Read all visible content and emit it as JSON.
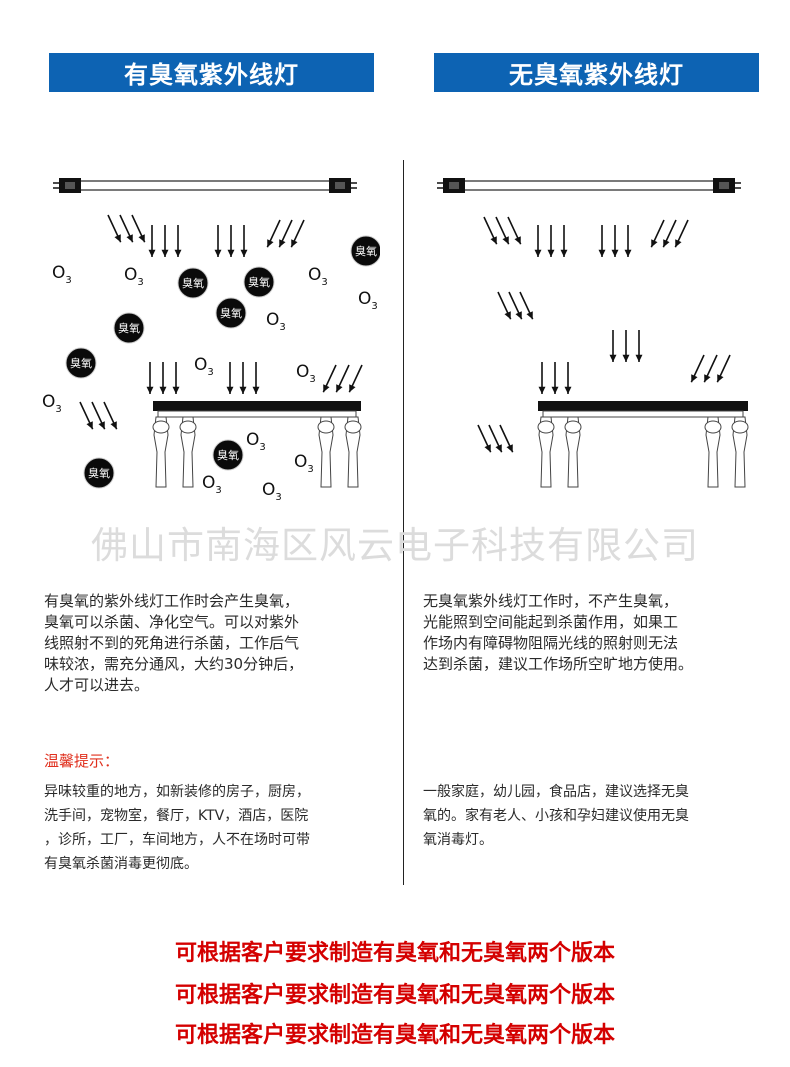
{
  "headers": {
    "left": "有臭氧紫外线灯",
    "right": "无臭氧紫外线灯"
  },
  "scene": {
    "ozone_symbol": "O",
    "ozone_subscript": "3",
    "ozone_ball_label": "臭氧",
    "icons": [
      "uv-lamp-tube-icon",
      "uv-ray-arrow-icon",
      "ozone-molecule-icon",
      "ozone-ball-icon",
      "table-icon"
    ]
  },
  "watermark": "佛山市南海区风云电子科技有限公司",
  "left": {
    "description": "有臭氧的紫外线灯工作时会产生臭氧，\n臭氧可以杀菌、净化空气。可以对紫外\n线照射不到的死角进行杀菌，工作后气\n味较浓，需充分通风，大约30分钟后，\n人才可以进去。",
    "tip_label": "温馨提示：",
    "tip": "异味较重的地方，如新装修的房子，厨房，\n洗手间，宠物室，餐厅，KTV，酒店，医院\n，诊所，工厂，车间地方，人不在场时可带\n有臭氧杀菌消毒更彻底。"
  },
  "right": {
    "description": "无臭氧紫外线灯工作时，不产生臭氧，\n光能照到空间能起到杀菌作用，如果工\n作场内有障碍物阻隔光线的照射则无法\n达到杀菌，建议工作场所空旷地方使用。",
    "tip": "一般家庭，幼儿园，食品店，建议选择无臭\n氧的。家有老人、小孩和孕妇建议使用无臭\n氧消毒灯。"
  },
  "promo": [
    "可根据客户要求制造有臭氧和无臭氧两个版本",
    "可根据客户要求制造有臭氧和无臭氧两个版本",
    "可根据客户要求制造有臭氧和无臭氧两个版本"
  ],
  "colors": {
    "header_bg": "#0d63b3",
    "promo_text": "#d40000",
    "tip_label": "#e0301e",
    "watermark": "#dcdcdc"
  }
}
